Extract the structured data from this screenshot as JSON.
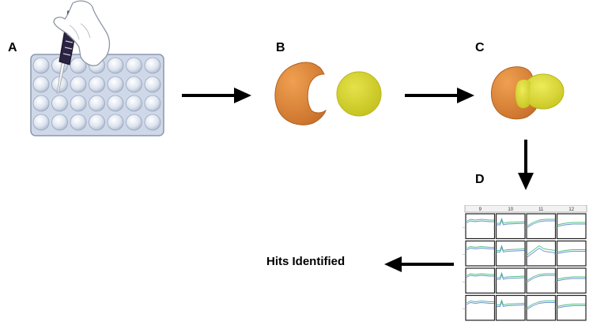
{
  "panels": {
    "a": "A",
    "b": "B",
    "c": "C",
    "d": "D"
  },
  "result_label": "Hits Identified",
  "grid": {
    "column_headers": [
      "9",
      "10",
      "11",
      "12"
    ],
    "rows": 4
  },
  "colors": {
    "protein": "#E08838",
    "ligand": "#D6D42A",
    "plate_well": "#D9E1EE",
    "plate_body": "#C9D3E4",
    "pipette": "#2B2342",
    "trace_green": "#4CC08A",
    "trace_blue": "#6A8FD0"
  },
  "icons": [
    "well-plate-icon",
    "gloved-hand-pipette-icon",
    "protein-icon",
    "ligand-icon",
    "protein-ligand-complex-icon",
    "arrow-icon"
  ]
}
